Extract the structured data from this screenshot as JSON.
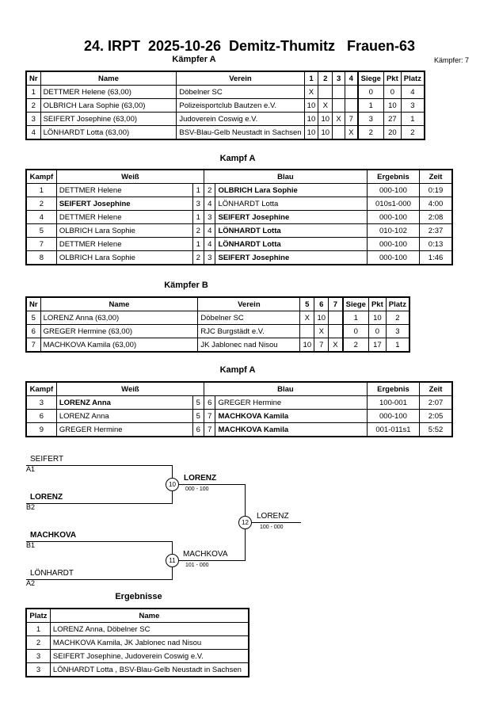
{
  "header": {
    "title": "24. IRPT  2025-10-26  Demitz-Thumitz   Frauen-63",
    "fighter_count": "Kämpfer: 7"
  },
  "pool_a": {
    "heading": "Kämpfer A",
    "columns": [
      "Nr",
      "Name",
      "Verein",
      "1",
      "2",
      "3",
      "4",
      "Siege",
      "Pkt",
      "Platz"
    ],
    "rows": [
      {
        "nr": "1",
        "name": "DETTMER Helene  (63,00)",
        "club": "Döbelner SC",
        "r1": "X",
        "r2": "",
        "r3": "",
        "r4": "",
        "wins": "0",
        "pts": "0",
        "place": "4"
      },
      {
        "nr": "2",
        "name": "OLBRICH Lara Sophie  (63,00)",
        "club": "Polizeisportclub Bautzen e.V.",
        "r1": "10",
        "r2": "X",
        "r3": "",
        "r4": "",
        "wins": "1",
        "pts": "10",
        "place": "3"
      },
      {
        "nr": "3",
        "name": "SEIFERT Josephine  (63,00)",
        "club": "Judoverein Coswig e.V.",
        "r1": "10",
        "r2": "10",
        "r3": "X",
        "r4": "7",
        "wins": "3",
        "pts": "27",
        "place": "1"
      },
      {
        "nr": "4",
        "name": "LÖNHARDT Lotta   (63,00)",
        "club": "BSV-Blau-Gelb Neustadt in Sachsen",
        "r1": "10",
        "r2": "10",
        "r3": "",
        "r4": "X",
        "wins": "2",
        "pts": "20",
        "place": "2"
      }
    ]
  },
  "fights_a": {
    "heading": "Kampf A",
    "columns": [
      "Kampf",
      "Weiß",
      "Blau",
      "Ergebnis",
      "Zeit"
    ],
    "rows": [
      {
        "no": "1",
        "white": "DETTMER Helene",
        "wn": "1",
        "bn": "2",
        "blue": "OLBRICH Lara Sophie",
        "result": "000-100",
        "time": "0:19",
        "winner": "blue"
      },
      {
        "no": "2",
        "white": "SEIFERT Josephine",
        "wn": "3",
        "bn": "4",
        "blue": "LÖNHARDT Lotta",
        "result": "010s1-000",
        "time": "4:00",
        "winner": "white"
      },
      {
        "no": "4",
        "white": "DETTMER Helene",
        "wn": "1",
        "bn": "3",
        "blue": "SEIFERT Josephine",
        "result": "000-100",
        "time": "2:08",
        "winner": "blue"
      },
      {
        "no": "5",
        "white": "OLBRICH Lara Sophie",
        "wn": "2",
        "bn": "4",
        "blue": "LÖNHARDT Lotta",
        "result": "010-102",
        "time": "2:37",
        "winner": "blue"
      },
      {
        "no": "7",
        "white": "DETTMER Helene",
        "wn": "1",
        "bn": "4",
        "blue": "LÖNHARDT Lotta",
        "result": "000-100",
        "time": "0:13",
        "winner": "blue"
      },
      {
        "no": "8",
        "white": "OLBRICH Lara Sophie",
        "wn": "2",
        "bn": "3",
        "blue": "SEIFERT Josephine",
        "result": "000-100",
        "time": "1:46",
        "winner": "blue"
      }
    ]
  },
  "pool_b": {
    "heading": "Kämpfer B",
    "columns": [
      "Nr",
      "Name",
      "Verein",
      "5",
      "6",
      "7",
      "Siege",
      "Pkt",
      "Platz"
    ],
    "rows": [
      {
        "nr": "5",
        "name": "LORENZ Anna  (63,00)",
        "club": "Döbelner SC",
        "r1": "X",
        "r2": "10",
        "r3": "",
        "wins": "1",
        "pts": "10",
        "place": "2"
      },
      {
        "nr": "6",
        "name": "GREGER Hermine  (63,00)",
        "club": "RJC Burgstädt e.V.",
        "r1": "",
        "r2": "X",
        "r3": "",
        "wins": "0",
        "pts": "0",
        "place": "3"
      },
      {
        "nr": "7",
        "name": "MACHKOVA Kamila  (63,00)",
        "club": "JK Jablonec nad Nisou",
        "r1": "10",
        "r2": "7",
        "r3": "X",
        "wins": "2",
        "pts": "17",
        "place": "1"
      }
    ]
  },
  "fights_b": {
    "heading": "Kampf A",
    "columns": [
      "Kampf",
      "Weiß",
      "Blau",
      "Ergebnis",
      "Zeit"
    ],
    "rows": [
      {
        "no": "3",
        "white": "LORENZ Anna",
        "wn": "5",
        "bn": "6",
        "blue": "GREGER Hermine",
        "result": "100-001",
        "time": "2:07",
        "winner": "white"
      },
      {
        "no": "6",
        "white": "LORENZ Anna",
        "wn": "5",
        "bn": "7",
        "blue": "MACHKOVA Kamila",
        "result": "000-100",
        "time": "2:05",
        "winner": "blue"
      },
      {
        "no": "9",
        "white": "GREGER Hermine",
        "wn": "6",
        "bn": "7",
        "blue": "MACHKOVA Kamila",
        "result": "001-011s1",
        "time": "5:52",
        "winner": "blue"
      }
    ]
  },
  "bracket": {
    "seifert": "SEIFERT",
    "seifert_seed": "A1",
    "lorenz": "LORENZ",
    "lorenz_seed": "B2",
    "machkova": "MACHKOVA",
    "machkova_seed": "B1",
    "lonhardt": "LÖNHARDT",
    "lonhardt_seed": "A2",
    "sf1_no": "10",
    "sf1_winner": "LORENZ",
    "sf1_score": "000 - 100",
    "sf2_no": "11",
    "sf2_winner": "MACHKOVA",
    "sf2_score": "101 - 000",
    "final_no": "12",
    "final_winner": "LORENZ",
    "final_score": "100 - 000"
  },
  "results": {
    "heading": "Ergebnisse",
    "columns": [
      "Platz",
      "Name"
    ],
    "rows": [
      {
        "place": "1",
        "name": "LORENZ Anna, Döbelner SC"
      },
      {
        "place": "2",
        "name": "MACHKOVA Kamila, JK Jablonec nad Nisou"
      },
      {
        "place": "3",
        "name": "SEIFERT Josephine, Judoverein Coswig e.V."
      },
      {
        "place": "3",
        "name": "LÖNHARDT Lotta , BSV-Blau-Gelb Neustadt in Sachsen"
      }
    ]
  }
}
